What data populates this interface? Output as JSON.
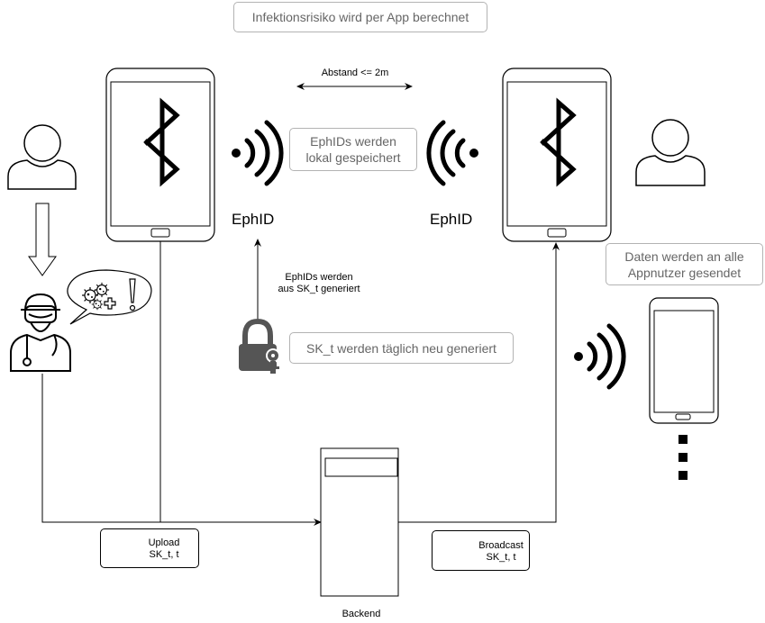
{
  "notes": {
    "top": "Infektionsrisiko wird per App berechnet",
    "stored": "EphIDs werden\nlokal gespeichert",
    "daily": "SK_t werden täglich neu generiert",
    "broadcast_all": "Daten werden an alle\nAppnutzer gesendet"
  },
  "labels": {
    "distance": "Abstand <= 2m",
    "ephid_left": "EphID",
    "ephid_right": "EphID",
    "generated": "EphIDs werden\naus SK_t generiert",
    "backend": "Backend"
  },
  "upload_box": {
    "title": "Upload",
    "value": "SK_t, t"
  },
  "broadcast_box": {
    "title": "Broadcast",
    "value": "SK_t, t"
  },
  "icons": [
    "person-icon",
    "bluetooth-icon",
    "signal-waves-icon",
    "doctor-icon",
    "virus-icon",
    "lock-key-icon",
    "phone-icon",
    "server-icon",
    "ellipsis-dots-icon"
  ],
  "colors": {
    "stroke": "#000000",
    "note_border": "#b3b3b3",
    "note_text": "#666666",
    "lock": "#555555"
  }
}
